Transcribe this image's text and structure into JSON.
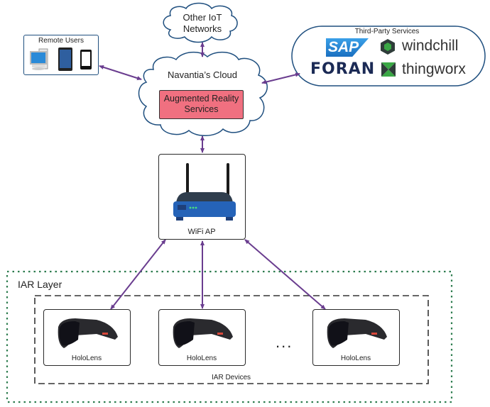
{
  "diagram": {
    "nodes": {
      "other_iot": {
        "label_line1": "Other IoT",
        "label_line2": "Networks"
      },
      "cloud": {
        "label": "Navantia’s Cloud"
      },
      "ar_services": {
        "label_line1": "Augmented Reality",
        "label_line2": "Services"
      },
      "remote_users": {
        "label": "Remote Users",
        "icons": [
          "desktop-computer",
          "tablet",
          "smartphone"
        ]
      },
      "third_party": {
        "label": "Third-Party Services",
        "logos": [
          {
            "name": "SAP",
            "text": "SAP"
          },
          {
            "name": "windchill",
            "text": "windchill"
          },
          {
            "name": "FORAN",
            "text": "FORAN"
          },
          {
            "name": "thingworx",
            "text": "thingworx"
          }
        ]
      },
      "wifi_ap": {
        "label": "WiFi AP"
      },
      "iar_layer": {
        "label": "IAR Layer"
      },
      "iar_devices": {
        "label": "IAR Devices",
        "ellipsis": "...",
        "devices": [
          {
            "label": "HoloLens"
          },
          {
            "label": "HoloLens"
          },
          {
            "label": "HoloLens"
          }
        ]
      }
    },
    "colors": {
      "arrow": "#6a3d8f",
      "cloud_stroke": "#1f4f7f",
      "ar_fill": "#f07080",
      "iar_layer_border": "#2e7d4f",
      "sap_blue": "#1a7bc4",
      "foran_navy": "#1b2a55",
      "thingworx_green": "#3aa845"
    }
  }
}
